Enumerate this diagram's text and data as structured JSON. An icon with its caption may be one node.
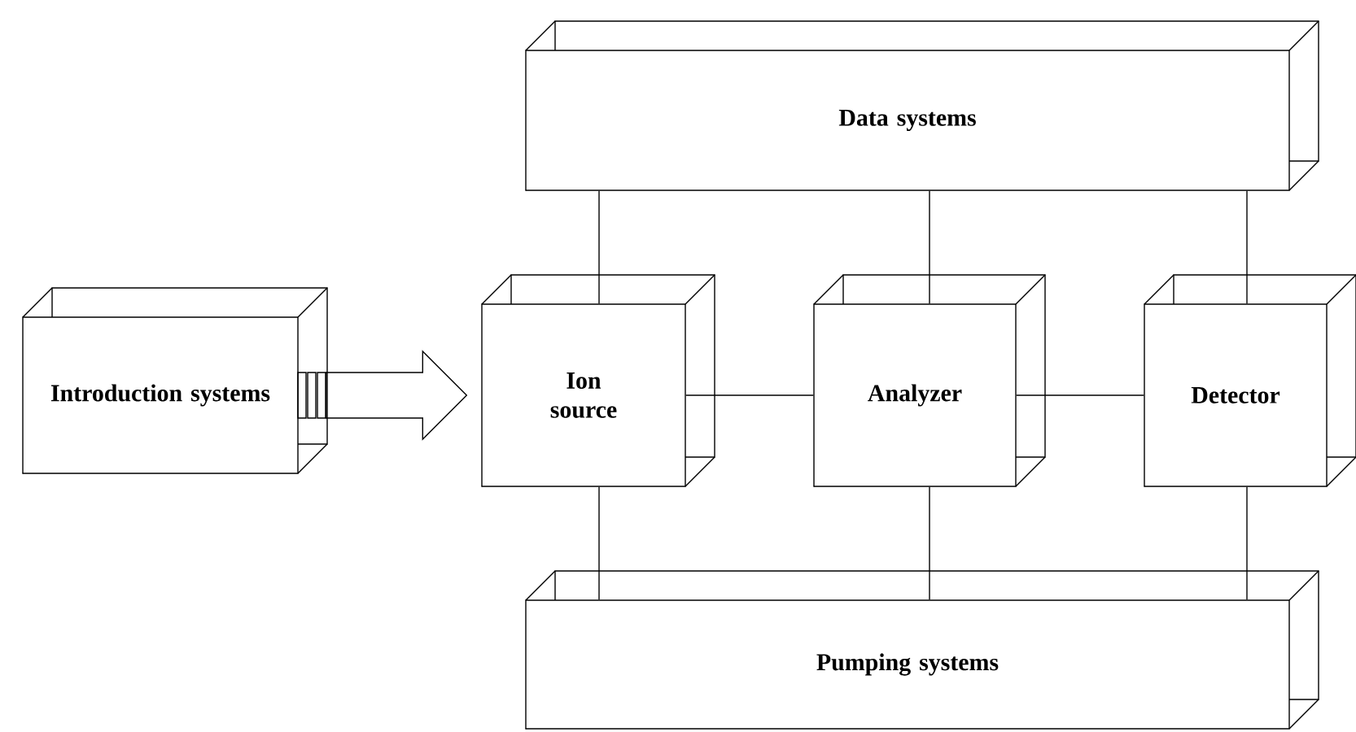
{
  "diagram": {
    "nodes": [
      {
        "text": [
          "Data systems"
        ]
      },
      {
        "text": [
          "Introduction systems"
        ]
      },
      {
        "text": [
          "Ion source"
        ]
      },
      {
        "text": [
          "Analyzer"
        ]
      },
      {
        "text": [
          "Detector"
        ]
      },
      {
        "text": [
          "Pumping systems"
        ]
      }
    ],
    "edges": [
      {
        "from": 1,
        "to": 2,
        "arrow": "to"
      },
      {
        "from": 0,
        "to": 2,
        "arrow": "none"
      },
      {
        "from": 0,
        "to": 3,
        "arrow": "none"
      },
      {
        "from": 0,
        "to": 4,
        "arrow": "none"
      },
      {
        "from": 2,
        "to": 3,
        "arrow": "none"
      },
      {
        "from": 3,
        "to": 4,
        "arrow": "none"
      },
      {
        "from": 2,
        "to": 5,
        "arrow": "none"
      },
      {
        "from": 3,
        "to": 5,
        "arrow": "none"
      },
      {
        "from": 4,
        "to": 5,
        "arrow": "none"
      }
    ]
  }
}
